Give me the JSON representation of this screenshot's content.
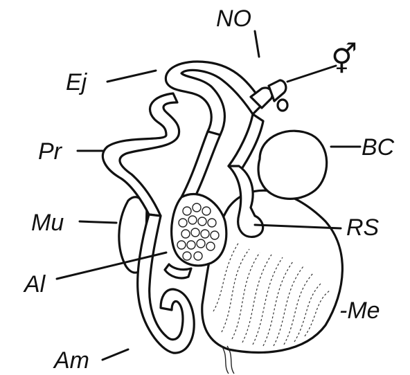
{
  "labels": {
    "no": "NO",
    "sex": "⚥",
    "ej": "Ej",
    "pr": "Pr",
    "bc": "BC",
    "mu": "Mu",
    "rs": "RS",
    "al": "Al",
    "me": "-Me",
    "am": "Am"
  }
}
